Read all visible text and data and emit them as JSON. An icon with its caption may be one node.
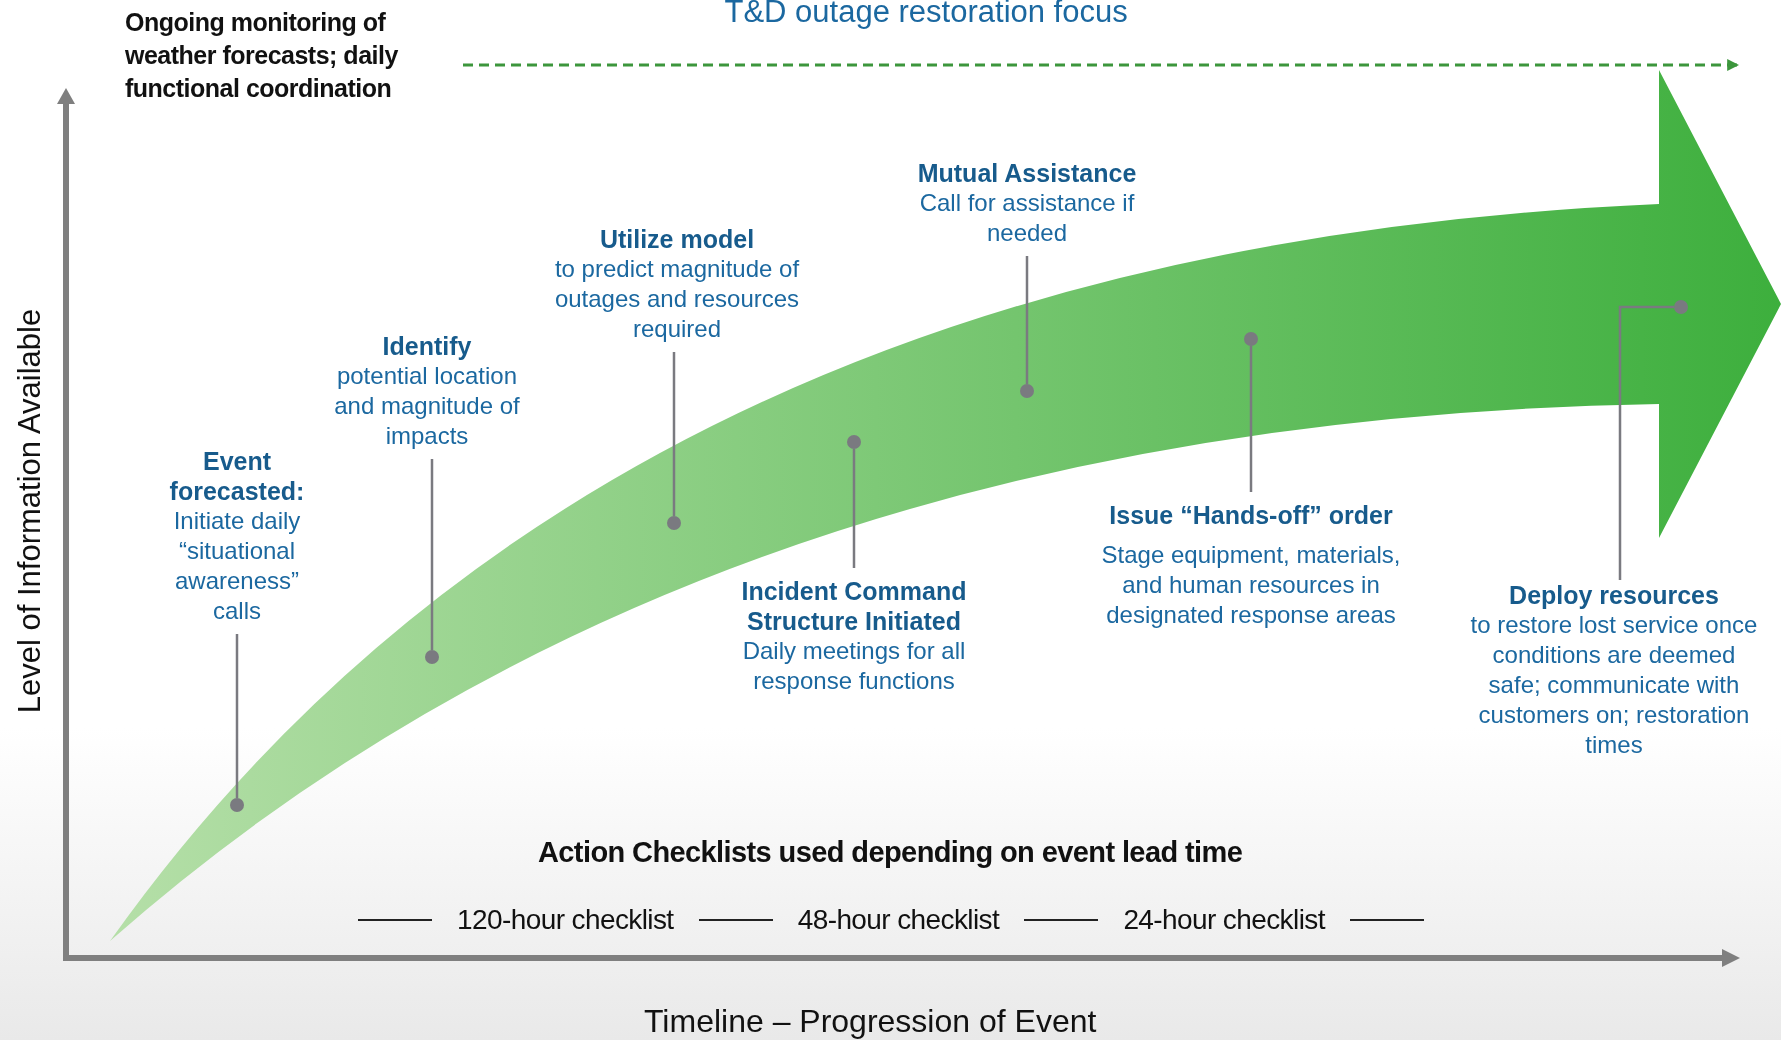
{
  "diagram": {
    "nodes": [
      {
        "text": [
          "Ongoing monitoring of weather forecasts; daily functional coordination"
        ]
      },
      {
        "text": [
          "Event forecasted:",
          "Initiate daily “situational awareness” calls"
        ]
      },
      {
        "text": [],
        "shape": "circle"
      },
      {
        "text": [
          "Identify",
          "potential location and magnitude of impacts"
        ]
      },
      {
        "text": [],
        "shape": "circle"
      },
      {
        "text": [
          "Utilize model",
          "to predict magnitude of outages and resources required"
        ]
      },
      {
        "text": [],
        "shape": "circle"
      },
      {
        "text": [
          "Mutual Assistance",
          "Call for assistance if needed"
        ]
      },
      {
        "text": [],
        "shape": "circle"
      },
      {
        "text": [
          "Incident Command Structure Initiated",
          "Daily meetings for all response functions"
        ]
      },
      {
        "text": [],
        "shape": "circle"
      },
      {
        "text": [
          "Issue “Hands-off” order",
          "Stage equipment, materials, and human resources in designated response areas"
        ]
      },
      {
        "text": [],
        "shape": "circle"
      },
      {
        "text": [
          "Deploy resources",
          "to restore lost service once conditions are deemed safe; communicate with customers on; restoration times"
        ]
      },
      {
        "text": [],
        "shape": "circle"
      }
    ],
    "edges": [
      {
        "from": 0,
        "to": null,
        "arrow": "to",
        "style": "dashed",
        "color": "#3c963c"
      },
      {
        "from": 1,
        "to": 2,
        "arrow": "none"
      },
      {
        "from": 3,
        "to": 4,
        "arrow": "none"
      },
      {
        "from": 5,
        "to": 6,
        "arrow": "none"
      },
      {
        "from": 7,
        "to": 8,
        "arrow": "none"
      },
      {
        "from": 9,
        "to": 10,
        "arrow": "none"
      },
      {
        "from": 11,
        "to": 12,
        "arrow": "none"
      },
      {
        "from": 13,
        "to": 14,
        "arrow": "none"
      }
    ],
    "labels": [
      "T&D outage restoration focus",
      "Level of Information Available",
      "Action Checklists used depending on event lead time",
      "120-hour checklist",
      "48-hour checklist",
      "24-hour checklist",
      "Timeline – Progression of Event"
    ]
  }
}
